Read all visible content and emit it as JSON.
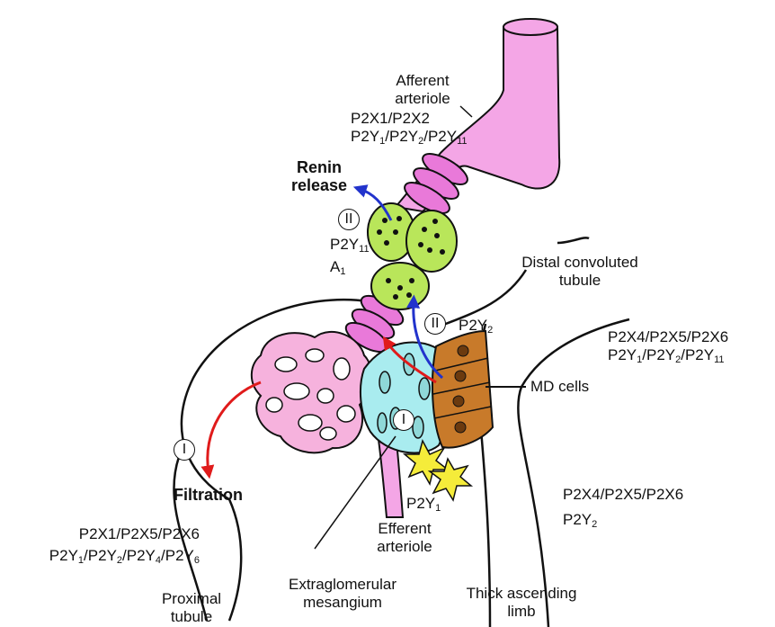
{
  "labels": {
    "afferent_1": "Afferent",
    "afferent_2": "arteriole",
    "afferent_r1": "P2X1/P2X2",
    "renin_1": "Renin",
    "renin_2": "release",
    "route_ii": "II",
    "route_i": "I",
    "a1": "A",
    "distal_1": "Distal convoluted",
    "distal_2": "tubule",
    "dct_r1": "P2X4/P2X5/P2X6",
    "md_cells": "MD cells",
    "filtration": "Filtration",
    "prox_r1": "P2X1/P2X5/P2X6",
    "proximal_1": "Proximal",
    "proximal_2": "tubule",
    "efferent_1": "Efferent",
    "efferent_2": "arteriole",
    "egm_1": "Extraglomerular",
    "egm_2": "mesangium",
    "tal_r1": "P2X4/P2X5/P2X6",
    "tal_1": "Thick ascending",
    "tal_2": "limb"
  },
  "colors": {
    "arteriole_pink": "#f4a6e6",
    "smooth_muscle": "#e979d9",
    "granular_green": "#b9e65a",
    "mesangium_cyan": "#a9ecef",
    "md_brown": "#c87a2a",
    "glomerulus_pink": "#f6b2dd",
    "arrow_red": "#e01b1b",
    "arrow_blue": "#2233cc",
    "star_yellow": "#f5ec3a"
  }
}
